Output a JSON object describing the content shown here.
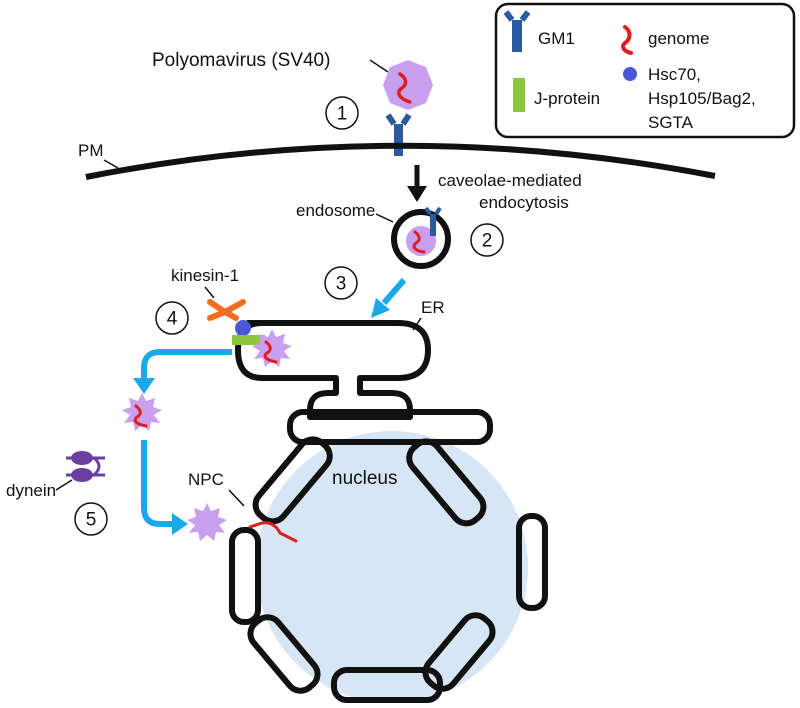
{
  "labels": {
    "virus": "Polyomavirus (SV40)",
    "pm": "PM",
    "caveolae_line1": "caveolae-mediated",
    "caveolae_line2": "endocytosis",
    "endosome": "endosome",
    "kinesin": "kinesin-1",
    "er": "ER",
    "dynein": "dynein",
    "npc": "NPC",
    "nucleus": "nucleus"
  },
  "steps": [
    "1",
    "2",
    "3",
    "4",
    "5"
  ],
  "legend": {
    "gm1": "GM1",
    "genome": "genome",
    "jprotein": "J-protein",
    "chaperones": [
      "Hsc70,",
      "Hsp105/Bag2,",
      "SGTA"
    ]
  },
  "colors": {
    "gm1": "#2b5aa0",
    "genome": "#e01c1c",
    "jprotein": "#8cc63f",
    "chaperone": "#4b57d8",
    "virus": "#c9a0ef",
    "nucleus": "#d6e6f5",
    "arrow_blue": "#1aa8e8",
    "kinesin": "#f26d21",
    "dynein": "#6b3fa0"
  }
}
